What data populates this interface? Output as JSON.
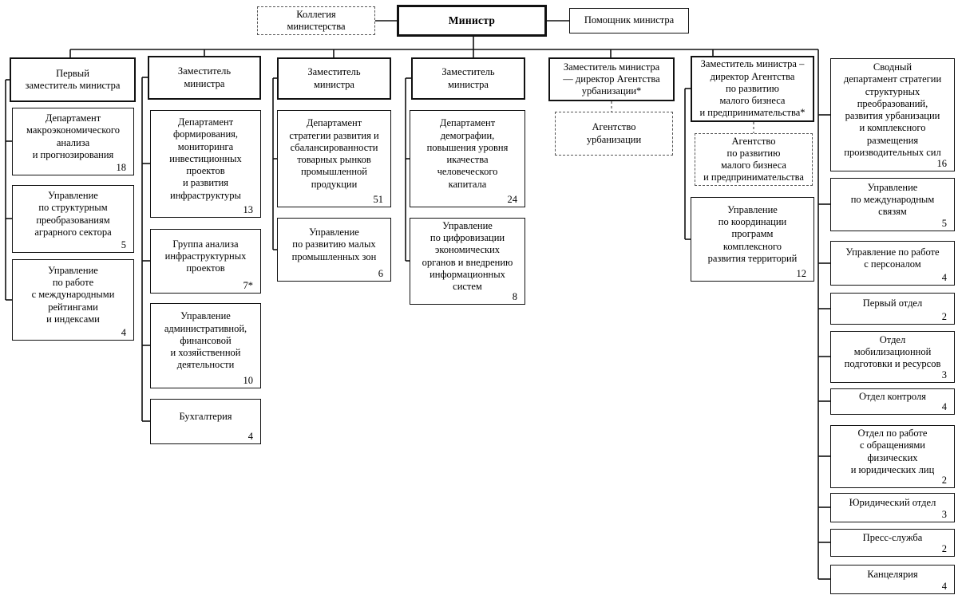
{
  "top": {
    "collegium": "Коллегия\nминистерства",
    "minister": "Министр",
    "assistant": "Помощник министра"
  },
  "columns": [
    {
      "header": "Первый\nзаместитель министра",
      "children": [
        {
          "label": "Департамент\nмакроэкономического\nанализа\nи прогнозирования",
          "count": "18"
        },
        {
          "label": "Управление\nпо структурным\nпреобразованиям\nаграрного сектора",
          "count": "5"
        },
        {
          "label": "Управление\nпо работе\nс международными\nрейтингами\nи индексами",
          "count": "4"
        }
      ]
    },
    {
      "header": "Заместитель\nминистра",
      "children": [
        {
          "label": "Департамент\nформирования,\nмониторинга\nинвестиционных\nпроектов\nи развития\nинфраструктуры",
          "count": "13"
        },
        {
          "label": "Группа анализа\nинфраструктурных\nпроектов",
          "count": "7*"
        },
        {
          "label": "Управление\nадминистративной,\nфинансовой\nи хозяйственной\nдеятельности",
          "count": "10"
        },
        {
          "label": "Бухгалтерия",
          "count": "4"
        }
      ]
    },
    {
      "header": "Заместитель\nминистра",
      "children": [
        {
          "label": "Департамент\nстратегии развития и\nсбалансированности\nтоварных рынков\nпромышленной\nпродукции",
          "count": "51"
        },
        {
          "label": "Управление\nпо развитию малых\nпромышленных зон",
          "count": "6"
        }
      ]
    },
    {
      "header": "Заместитель\nминистра",
      "children": [
        {
          "label": "Департамент\nдемографии,\nповышения уровня\nикачества\nчеловеческого\nкапитала",
          "count": "24"
        },
        {
          "label": "Управление\nпо цифровизации\nэкономических\nорганов и внедрению\nинформационных\nсистем",
          "count": "8"
        }
      ]
    },
    {
      "header": "Заместитель министра\n— директор Агентства\nурбанизации*",
      "children": [
        {
          "label": "Агентство\nурбанизации"
        }
      ]
    },
    {
      "header": "Заместитель министра –\nдиректор Агентства\nпо развитию\nмалого бизнеса\nи предпринимательства*",
      "children": [
        {
          "label": "Агентство\nпо развитию\nмалого бизнеса\nи предпринимательства"
        },
        {
          "label": "Управление\nпо координации\nпрограмм\nкомплексного\nразвития территорий",
          "count": "12"
        }
      ]
    }
  ],
  "right_column": [
    {
      "label": "Сводный\nдепартамент стратегии\nструктурных\nпреобразований,\nразвития урбанизации\nи комплексного\nразмещения\nпроизводительных сил",
      "count": "16"
    },
    {
      "label": "Управление\nпо международным\nсвязям",
      "count": "5"
    },
    {
      "label": "Управление по работе\nс персоналом",
      "count": "4"
    },
    {
      "label": "Первый отдел",
      "count": "2"
    },
    {
      "label": "Отдел\nмобилизационной\nподготовки и ресурсов",
      "count": "3"
    },
    {
      "label": "Отдел контроля",
      "count": "4"
    },
    {
      "label": "Отдел по работе\nс обращениями\nфизических\nи юридических лиц",
      "count": "2"
    },
    {
      "label": "Юридический отдел",
      "count": "3"
    },
    {
      "label": "Пресс-служба",
      "count": "2"
    },
    {
      "label": "Канцелярия",
      "count": "4"
    }
  ]
}
